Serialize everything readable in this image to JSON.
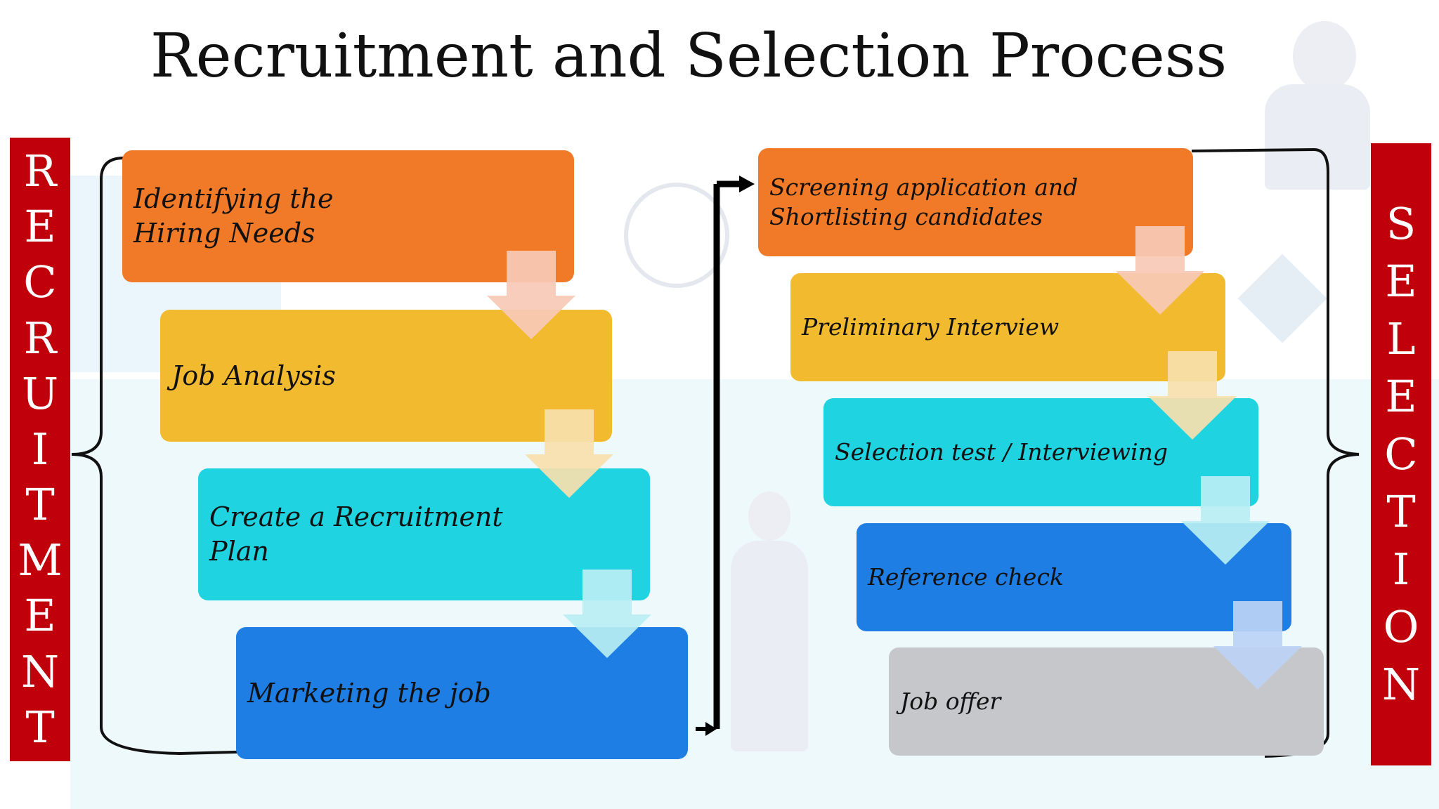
{
  "title": "Recruitment and Selection Process",
  "recruitment_label": [
    "R",
    "E",
    "C",
    "R",
    "U",
    "I",
    "T",
    "M",
    "E",
    "N",
    "T"
  ],
  "selection_label": [
    "S",
    "E",
    "L",
    "E",
    "C",
    "T",
    "I",
    "O",
    "N"
  ],
  "recruitment_steps": [
    {
      "label": "Identifying the Hiring Needs",
      "color": "#f07a28"
    },
    {
      "label": "Job Analysis",
      "color": "#f2bb2f"
    },
    {
      "label": "Create a Recruitment Plan",
      "color": "#1fd3e1"
    },
    {
      "label": "Marketing the job",
      "color": "#1e7ee4"
    }
  ],
  "selection_steps": [
    {
      "label": "Screening application and Shortlisting candidates",
      "color": "#f07a28"
    },
    {
      "label": "Preliminary Interview",
      "color": "#f2bb2f"
    },
    {
      "label": "Selection test / Interviewing",
      "color": "#1fd3e1"
    },
    {
      "label": "Reference check",
      "color": "#1e7ee4"
    },
    {
      "label": "Job offer",
      "color": "#c6c7cb"
    }
  ],
  "colors": {
    "banner": "#c0000b",
    "arrow_orange": "#f7c9b6",
    "arrow_yellow": "#f9dfae",
    "arrow_cyan": "#b9eef3",
    "arrow_blue": "#bcd3f6"
  }
}
